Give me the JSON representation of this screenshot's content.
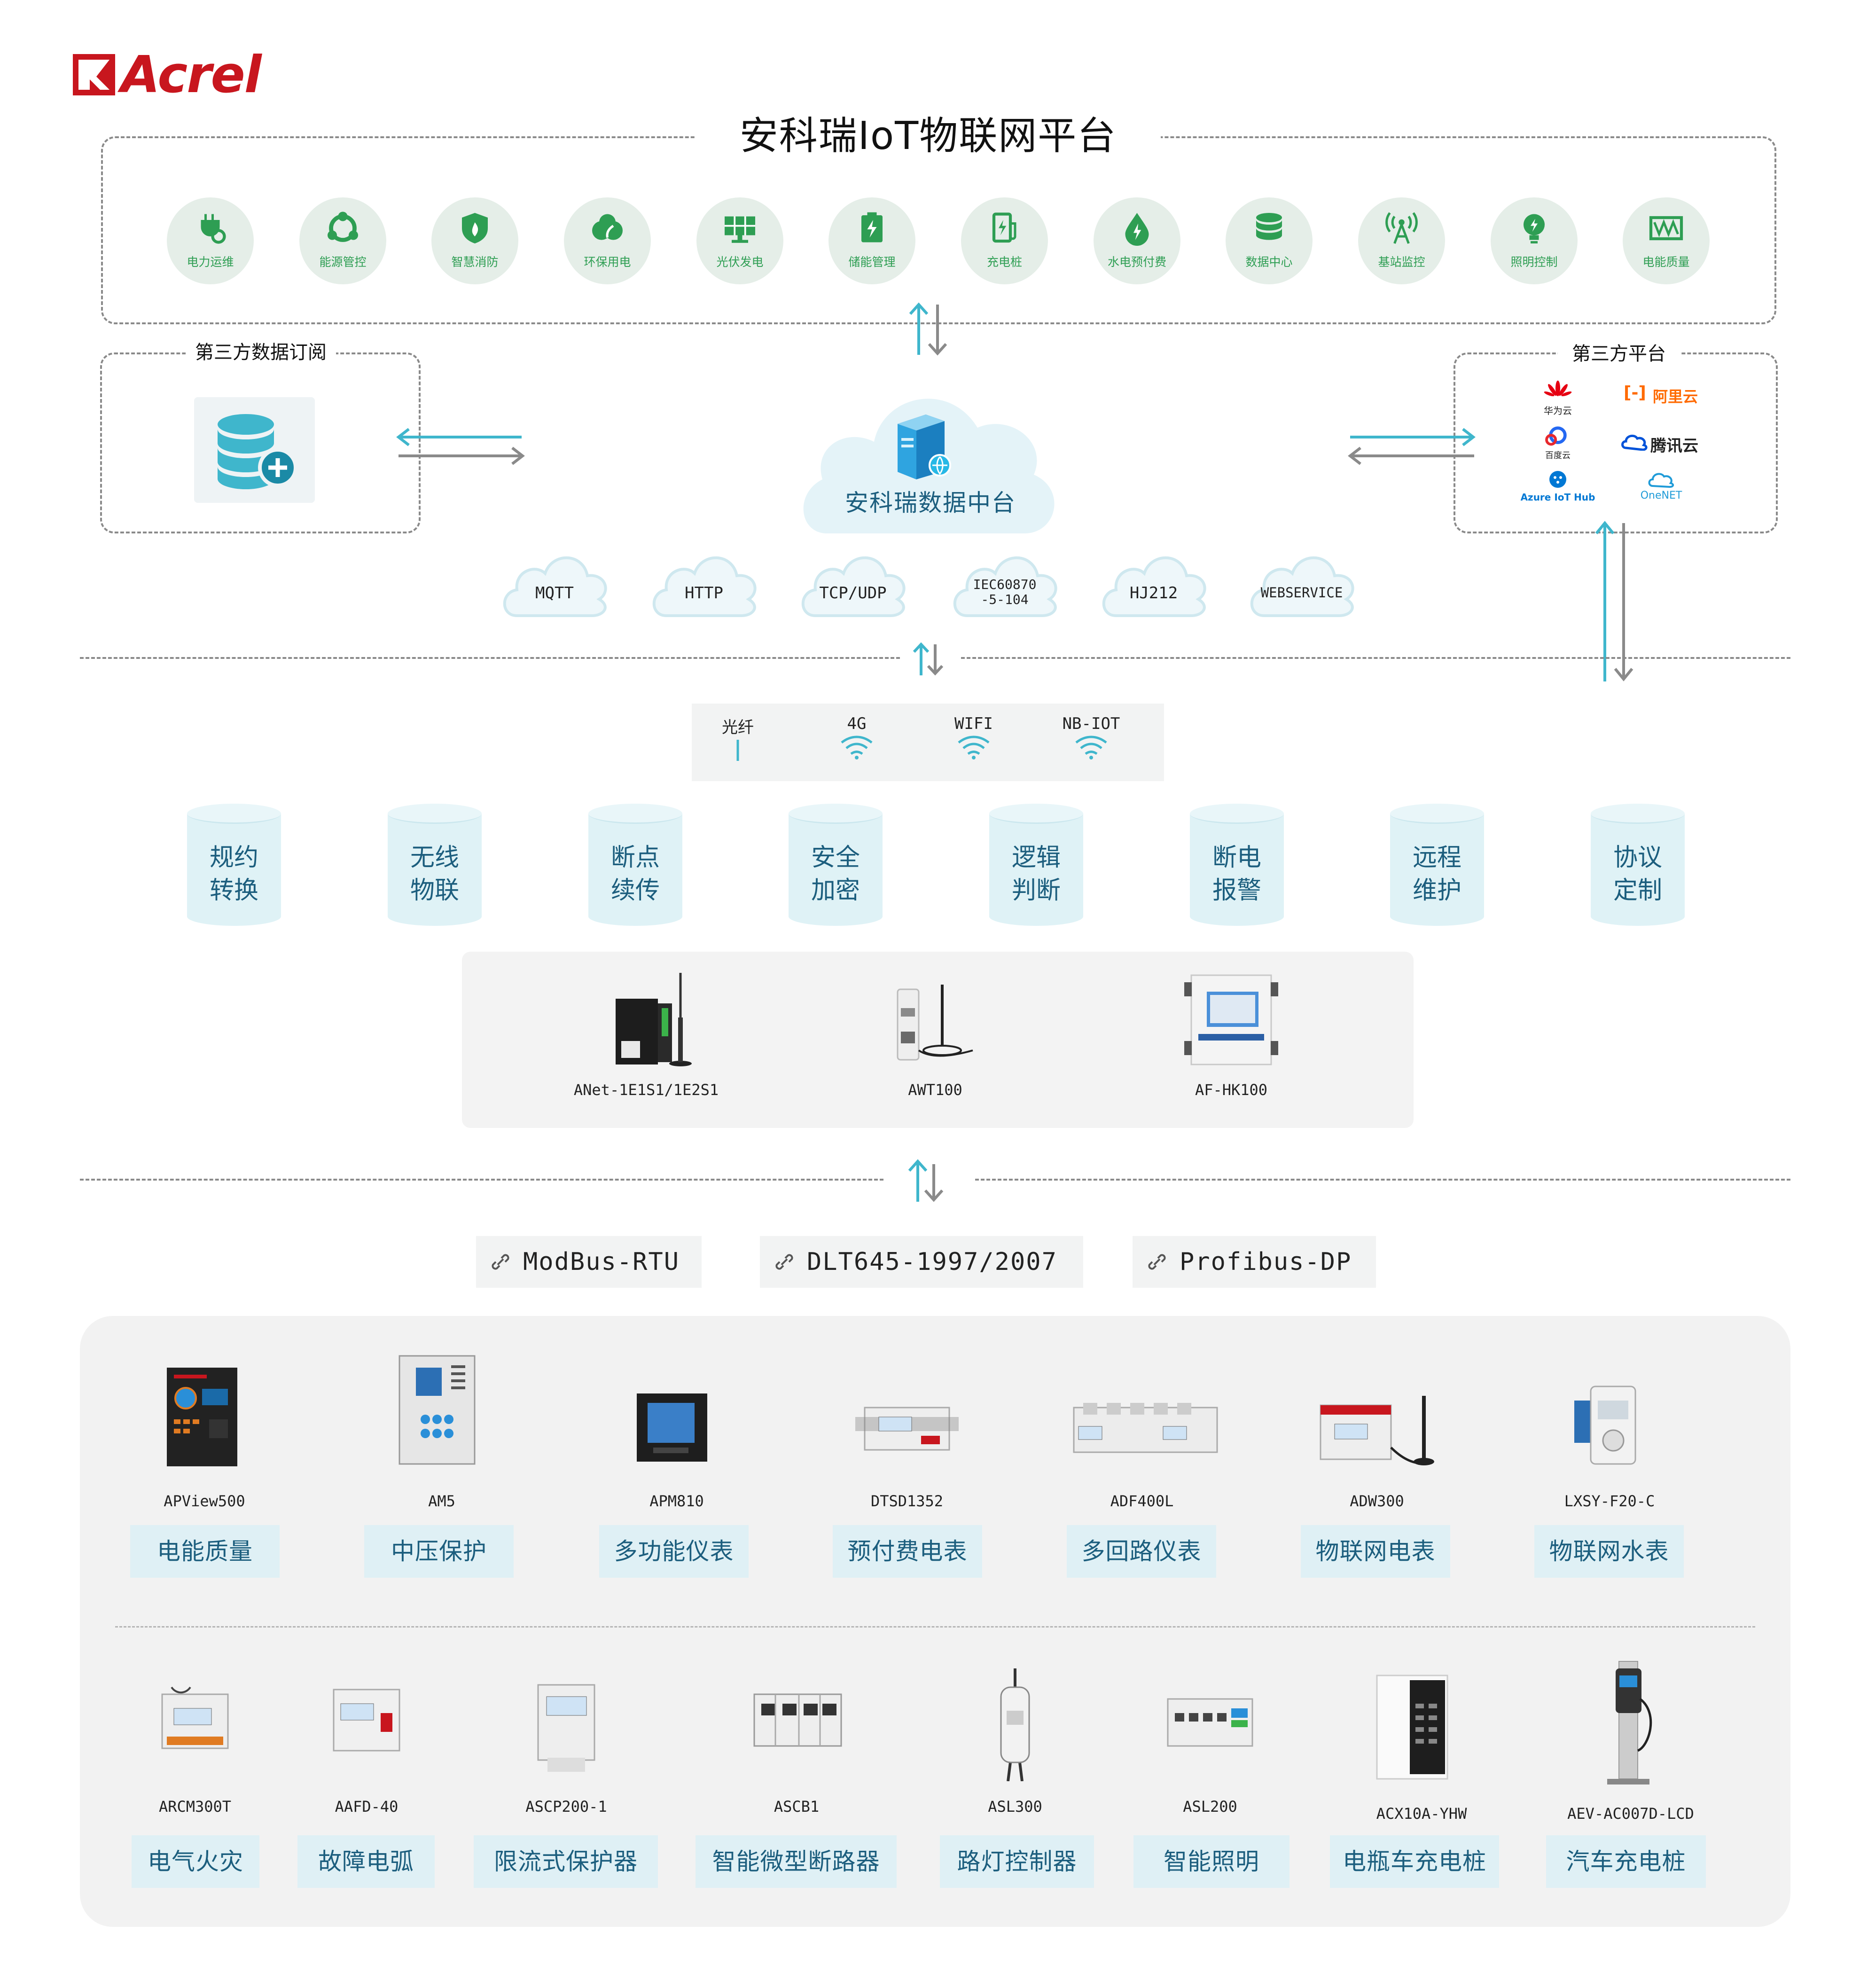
{
  "logo": {
    "text": "Acrel",
    "color": "#c8161e"
  },
  "platform": {
    "title": "安科瑞IoT物联网平台",
    "modules": [
      {
        "label": "电力运维",
        "icon": "power-ops-icon"
      },
      {
        "label": "能源管控",
        "icon": "energy-control-icon"
      },
      {
        "label": "智慧消防",
        "icon": "fire-icon"
      },
      {
        "label": "环保用电",
        "icon": "eco-power-icon"
      },
      {
        "label": "光伏发电",
        "icon": "solar-panel-icon"
      },
      {
        "label": "储能管理",
        "icon": "battery-icon"
      },
      {
        "label": "充电桩",
        "icon": "charger-icon"
      },
      {
        "label": "水电预付费",
        "icon": "water-drop-icon"
      },
      {
        "label": "数据中心",
        "icon": "database-icon"
      },
      {
        "label": "基站监控",
        "icon": "antenna-icon"
      },
      {
        "label": "照明控制",
        "icon": "bulb-icon"
      },
      {
        "label": "电能质量",
        "icon": "waveform-icon"
      }
    ]
  },
  "subscription": {
    "title": "第三方数据订阅",
    "icon": "database-add-icon"
  },
  "third_party": {
    "title": "第三方平台",
    "logos": [
      {
        "name": "华为云",
        "icon": "huawei-cloud-icon"
      },
      {
        "name": "阿里云",
        "icon": "aliyun-icon"
      },
      {
        "name": "百度云",
        "icon": "baidu-cloud-icon"
      },
      {
        "name": "腾讯云",
        "icon": "tencent-cloud-icon"
      },
      {
        "name": "Azure IoT Hub",
        "icon": "azure-iot-icon"
      },
      {
        "name": "OneNET",
        "icon": "onenet-icon"
      }
    ]
  },
  "data_center": {
    "label": "安科瑞数据中台",
    "icon": "server-icon"
  },
  "protocols_cloud": [
    "MQTT",
    "HTTP",
    "TCP/UDP",
    "IEC60870\n-5-104",
    "HJ212",
    "WEBSERVICE"
  ],
  "comms": [
    {
      "label": "光纤",
      "icon": "fiber-icon"
    },
    {
      "label": "4G",
      "icon": "wifi-icon"
    },
    {
      "label": "WIFI",
      "icon": "wifi-icon"
    },
    {
      "label": "NB-IOT",
      "icon": "wifi-icon"
    }
  ],
  "features": [
    {
      "line1": "规约",
      "line2": "转换"
    },
    {
      "line1": "无线",
      "line2": "物联"
    },
    {
      "line1": "断点",
      "line2": "续传"
    },
    {
      "line1": "安全",
      "line2": "加密"
    },
    {
      "line1": "逻辑",
      "line2": "判断"
    },
    {
      "line1": "断电",
      "line2": "报警"
    },
    {
      "line1": "远程",
      "line2": "维护"
    },
    {
      "line1": "协议",
      "line2": "定制"
    }
  ],
  "gateways": [
    {
      "name": "ANet-1E1S1/1E2S1"
    },
    {
      "name": "AWT100"
    },
    {
      "name": "AF-HK100"
    }
  ],
  "field_protocols": [
    "ModBus-RTU",
    "DLT645-1997/2007",
    "Profibus-DP"
  ],
  "devices_row1": [
    {
      "model": "APView500",
      "category": "电能质量"
    },
    {
      "model": "AM5",
      "category": "中压保护"
    },
    {
      "model": "APM810",
      "category": "多功能仪表"
    },
    {
      "model": "DTSD1352",
      "category": "预付费电表"
    },
    {
      "model": "ADF400L",
      "category": "多回路仪表"
    },
    {
      "model": "ADW300",
      "category": "物联网电表"
    },
    {
      "model": "LXSY-F20-C",
      "category": "物联网水表"
    }
  ],
  "devices_row2": [
    {
      "model": "ARCM300T",
      "category": "电气火灾"
    },
    {
      "model": "AAFD-40",
      "category": "故障电弧"
    },
    {
      "model": "ASCP200-1",
      "category": "限流式保护器"
    },
    {
      "model": "ASCB1",
      "category": "智能微型断路器"
    },
    {
      "model": "ASL300",
      "category": "路灯控制器"
    },
    {
      "model": "ASL200",
      "category": "智能照明"
    },
    {
      "model": "ACX10A-YHW",
      "category": "电瓶车充电桩"
    },
    {
      "model": "AEV-AC007D-LCD",
      "category": "汽车充电桩"
    }
  ],
  "colors": {
    "accent_green": "#2e9e53",
    "module_bg": "#e5eee8",
    "cyan": "#3fb6cc",
    "text_blue": "#1c5e7e",
    "tag_bg": "#dff0f5"
  }
}
